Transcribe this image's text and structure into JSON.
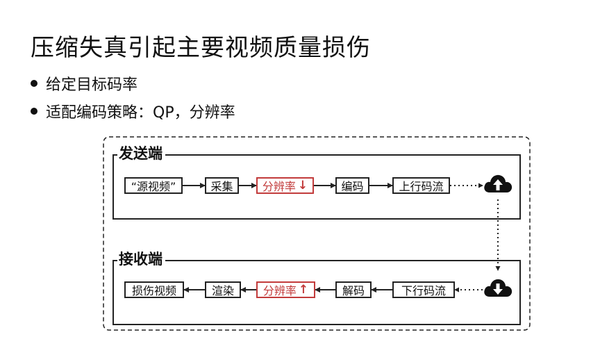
{
  "title": "压缩失真引起主要视频质量损伤",
  "bullets": [
    "给定目标码率",
    "适配编码策略：QP，分辨率"
  ],
  "diagram": {
    "sender": {
      "label": "发送端",
      "nodes": [
        "“源视频”",
        "采集",
        "分辨率",
        "编码",
        "上行码流"
      ],
      "resolution_arrow": "↓"
    },
    "receiver": {
      "label": "接收端",
      "nodes": [
        "损伤视频",
        "渲染",
        "分辨率",
        "解码",
        "下行码流"
      ],
      "resolution_arrow": "↑"
    },
    "colors": {
      "highlight": "#c23b3b",
      "line": "#222222"
    },
    "icons": [
      "cloud-upload-icon",
      "cloud-download-icon"
    ]
  }
}
